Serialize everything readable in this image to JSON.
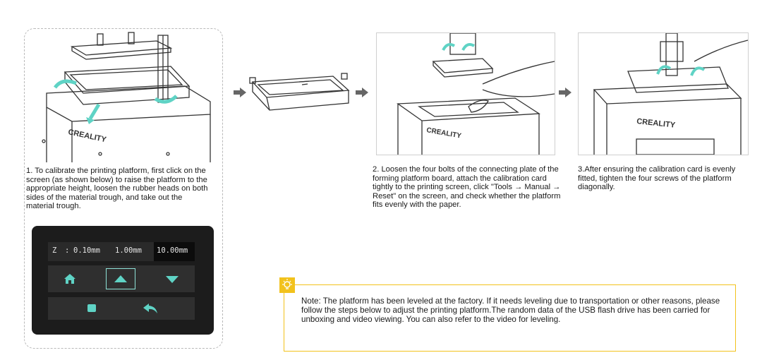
{
  "colors": {
    "accent_teal": "#5fd3c5",
    "note_yellow": "#f2c21c",
    "panel_dark": "#1c1c1c",
    "arrow_gray": "#666666"
  },
  "brand": {
    "logo_text": "CREALITY"
  },
  "steps": [
    {
      "text": "1. To calibrate the printing platform, first click on the screen (as shown below) to raise the platform to the appropriate height, loosen the rubber heads on both sides of the material trough, and take out the material trough."
    },
    {
      "text": "2. Loosen the four bolts of the connecting plate of the forming platform board, attach the calibration card tightly to the printing screen, click \"Tools → Manual → Reset\" on the screen, and check whether the platform fits evenly with the paper."
    },
    {
      "text": "3.After ensuring the calibration card is evenly fitted, tighten the four screws of the platform diagonally."
    }
  ],
  "screen": {
    "z_label": "Z",
    "z_separator": ":",
    "steps": [
      "0.10mm",
      "1.00mm",
      "10.00mm"
    ],
    "selected_step": "10.00mm",
    "icons": [
      "home-icon",
      "up-arrow-icon",
      "down-arrow-icon",
      "stop-icon",
      "back-icon"
    ]
  },
  "note": {
    "icon": "lightbulb-icon",
    "text": "Note: The platform has been leveled at the factory. If it needs leveling due to transportation or other reasons, please follow the steps below to adjust the printing platform.The random data of the USB flash drive has been carried for unboxing and video viewing. You can also refer to the video for leveling."
  }
}
